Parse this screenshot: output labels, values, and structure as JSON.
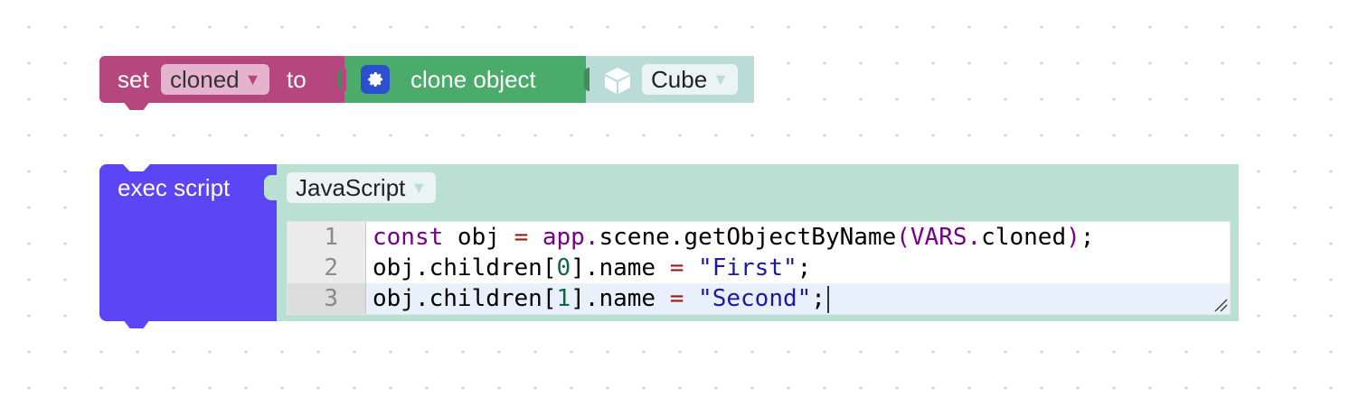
{
  "set_block": {
    "set_label": "set",
    "var_name": "cloned",
    "to_label": "to",
    "colors": {
      "block": "#b5467e",
      "dropdown_bg": "#e6b3cc"
    }
  },
  "clone_block": {
    "label": "clone object",
    "icon": "gear-icon",
    "color": "#4aab6a"
  },
  "object_block": {
    "icon": "cube-icon",
    "object_name": "Cube",
    "color": "#b9ddd6"
  },
  "exec_block": {
    "label": "exec script",
    "language": "JavaScript",
    "colors": {
      "block": "#5b45f5",
      "editor_bg": "#b9e0d2"
    },
    "line_numbers": [
      "1",
      "2",
      "3"
    ],
    "code_lines": [
      "const obj = app.scene.getObjectByName(VARS.cloned);",
      "obj.children[0].name = \"First\";",
      "obj.children[1].name = \"Second\";"
    ]
  }
}
